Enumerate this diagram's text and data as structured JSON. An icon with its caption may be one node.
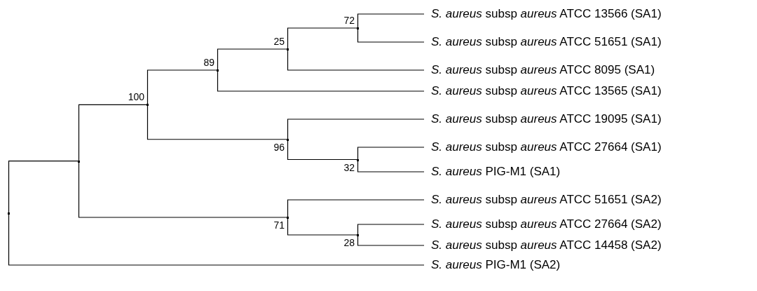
{
  "diagram": {
    "nodes": [
      {
        "text": [],
        "shape": "dot"
      },
      {
        "text": [],
        "shape": "dot"
      },
      {
        "text": [],
        "shape": "dot",
        "beside": [
          "100"
        ]
      },
      {
        "text": [],
        "shape": "dot",
        "beside": [
          "89"
        ]
      },
      {
        "text": [],
        "shape": "dot",
        "beside": [
          "25"
        ]
      },
      {
        "text": [],
        "shape": "dot",
        "beside": [
          "72"
        ]
      },
      {
        "text": [
          "*S. aureus* subsp *aureus* ATCC 13566 (SA1)"
        ]
      },
      {
        "text": [
          "*S. aureus* subsp *aureus* ATCC 51651 (SA1)"
        ]
      },
      {
        "text": [
          "*S. aureus* subsp *aureus* ATCC 8095 (SA1)"
        ]
      },
      {
        "text": [
          "*S. aureus* subsp *aureus* ATCC 13565 (SA1)"
        ]
      },
      {
        "text": [],
        "shape": "dot",
        "beside": [
          "96"
        ]
      },
      {
        "text": [
          "*S. aureus* subsp *aureus* ATCC 19095 (SA1)"
        ]
      },
      {
        "text": [],
        "shape": "dot",
        "beside": [
          "32"
        ]
      },
      {
        "text": [
          "*S. aureus* subsp *aureus* ATCC 27664 (SA1)"
        ]
      },
      {
        "text": [
          "*S. aureus* PIG-M1 (SA1)"
        ]
      },
      {
        "text": [],
        "shape": "dot",
        "beside": [
          "71"
        ]
      },
      {
        "text": [
          "*S. aureus* subsp *aureus* ATCC 51651 (SA2)"
        ]
      },
      {
        "text": [],
        "shape": "dot",
        "beside": [
          "28"
        ]
      },
      {
        "text": [
          "*S. aureus* subsp *aureus* ATCC 27664 (SA2)"
        ]
      },
      {
        "text": [
          "*S. aureus* subsp *aureus* ATCC 14458 (SA2)"
        ]
      },
      {
        "text": [
          "*S. aureus* PIG-M1 (SA2)"
        ]
      }
    ],
    "edges": [
      {
        "from": 0,
        "to": 1,
        "arrow": "none"
      },
      {
        "from": 1,
        "to": 2,
        "arrow": "none"
      },
      {
        "from": 2,
        "to": 3,
        "arrow": "none"
      },
      {
        "from": 3,
        "to": 4,
        "arrow": "none"
      },
      {
        "from": 4,
        "to": 5,
        "arrow": "none"
      },
      {
        "from": 5,
        "to": 6,
        "arrow": "none"
      },
      {
        "from": 5,
        "to": 7,
        "arrow": "none"
      },
      {
        "from": 4,
        "to": 8,
        "arrow": "none"
      },
      {
        "from": 3,
        "to": 9,
        "arrow": "none"
      },
      {
        "from": 2,
        "to": 10,
        "arrow": "none"
      },
      {
        "from": 10,
        "to": 11,
        "arrow": "none"
      },
      {
        "from": 10,
        "to": 12,
        "arrow": "none"
      },
      {
        "from": 12,
        "to": 13,
        "arrow": "none"
      },
      {
        "from": 12,
        "to": 14,
        "arrow": "none"
      },
      {
        "from": 1,
        "to": 15,
        "arrow": "none"
      },
      {
        "from": 15,
        "to": 16,
        "arrow": "none"
      },
      {
        "from": 15,
        "to": 17,
        "arrow": "none"
      },
      {
        "from": 17,
        "to": 18,
        "arrow": "none"
      },
      {
        "from": 17,
        "to": 19,
        "arrow": "none"
      },
      {
        "from": 0,
        "to": 20,
        "arrow": "none"
      }
    ]
  }
}
